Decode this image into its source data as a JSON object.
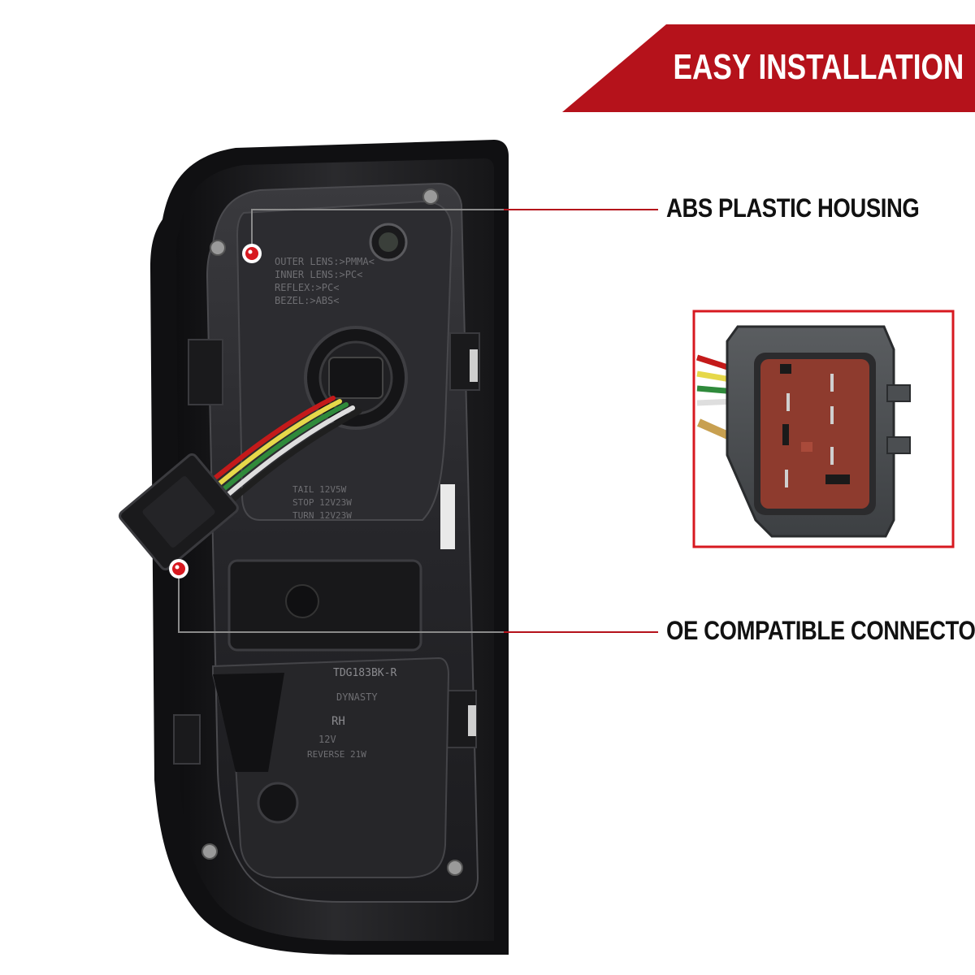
{
  "banner": {
    "text": "EASY INSTALLATION",
    "color": "#b5121b"
  },
  "callouts": [
    {
      "label": "ABS PLASTIC HOUSING",
      "marker": "red-dot"
    },
    {
      "label": "OE COMPATIBLE CONNECTOR",
      "marker": "red-dot"
    }
  ],
  "housing_text": {
    "material_1": "OUTER LENS:>PMMA<",
    "material_2": "INNER LENS:>PC<",
    "material_3": "REFLEX:>PC<",
    "material_4": "BEZEL:>ABS<",
    "bulb_1": "TAIL 12V5W",
    "bulb_2": "STOP 12V23W",
    "bulb_3": "TURN 12V23W",
    "part_number": "TDG183BK-R",
    "brand": "DYNASTY",
    "side": "RH",
    "reverse_1": "12V",
    "reverse_2": "REVERSE 21W"
  },
  "colors": {
    "accent": "#d71920",
    "line": "#8a8a8a",
    "housing": "#1b1b1d"
  }
}
